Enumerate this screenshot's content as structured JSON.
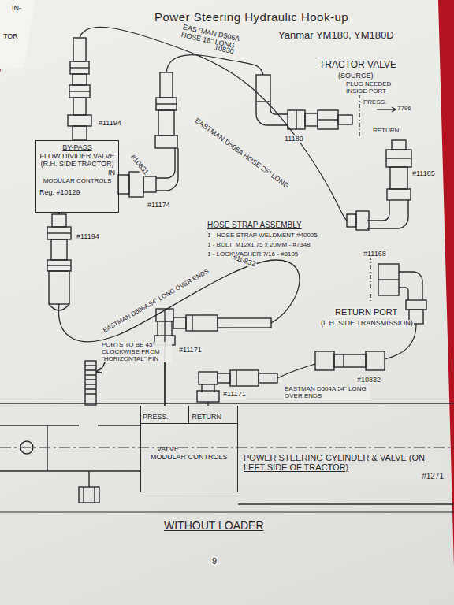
{
  "diagram": {
    "title": "Power Steering Hydraulic Hook-up",
    "caption": "WITHOUT LOADER",
    "nodes": [
      {
        "text": [
          "BY-PASS",
          "FLOW DIVIDER VALVE (R.H. SIDE TRACTOR)",
          "IN",
          "MODULAR CONTROLS",
          "Reg. #10129"
        ]
      },
      {
        "text": [
          "PRESS.",
          "RETURN",
          "VALVE",
          "MODULAR CONTROLS"
        ]
      },
      {
        "text": [
          "POWER STEERING CYLINDER & VALVE (ON LEFT SIDE OF TRACTOR)",
          "#1271"
        ]
      }
    ],
    "edges": [
      {
        "from": 0,
        "to": 1,
        "arrow": "none",
        "label": "EASTMAN D506A 54\" LONG OVER ENDS"
      }
    ],
    "labels": [
      "Yanmar YM180, YM180D",
      "TRACTOR VALVE",
      "(SOURCE)",
      "PLUG NEEDED INSIDE PORT",
      "PRESS.",
      "7796",
      "RETURN",
      "11189",
      "#11185",
      "EASTMAN D506A HOSE 18\" LONG",
      "10830",
      "#11194",
      "EASTMAN D506A HOSE 25\" LONG",
      "#10831",
      "#11174",
      "HOSE STRAP ASSEMBLY",
      "1 - HOSE STRAP WELDMENT #40005",
      "1 - BOLT, M12x1.75 x 20MM - #7348",
      "1 - LOCKWASHER 7/16 - #8105",
      "#11168",
      "#11194",
      "#10832",
      "#11171",
      "RETURN PORT",
      "(L.H. SIDE TRANSMISSION)",
      "EASTMAN D504A 54\" LONG OVER ENDS",
      "#10832",
      "#11171",
      "PORTS TO BE 45° CLOCKWISE FROM \"HORIZONTAL\" PIN",
      "9",
      "IN-",
      "TOR"
    ]
  }
}
